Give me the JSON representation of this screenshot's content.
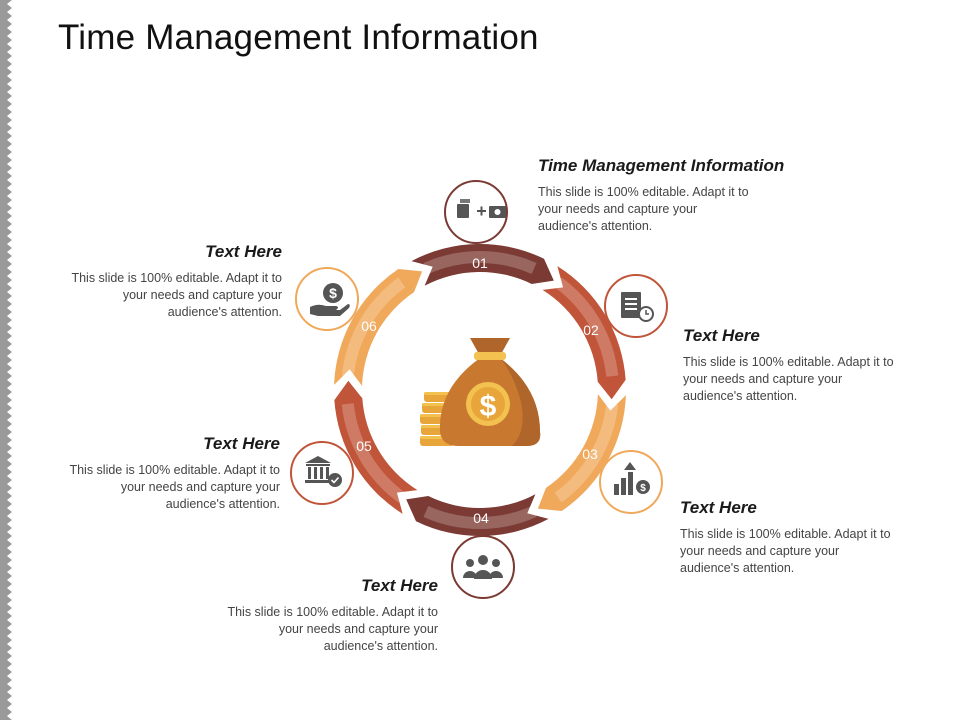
{
  "slide": {
    "title": "Time Management Information"
  },
  "steps": [
    {
      "number": "01",
      "heading": "Time Management Information",
      "body": "This slide is 100% editable. Adapt it to your needs and capture your audience's attention.",
      "icon": "money-plus-icon",
      "color": "#7b3a33"
    },
    {
      "number": "02",
      "heading": "Text Here",
      "body": "This slide is 100% editable. Adapt it to your needs and capture your audience's attention.",
      "icon": "document-clock-icon",
      "color": "#c0553a"
    },
    {
      "number": "03",
      "heading": "Text Here",
      "body": "This slide is 100% editable. Adapt it to your needs and capture your audience's attention.",
      "icon": "growth-chart-dollar-icon",
      "color": "#f0a85a"
    },
    {
      "number": "04",
      "heading": "Text Here",
      "body": "This slide is 100% editable. Adapt it to your needs and capture your audience's attention.",
      "icon": "team-icon",
      "color": "#7b3a33"
    },
    {
      "number": "05",
      "heading": "Text Here",
      "body": "This slide is 100% editable. Adapt it to your needs and capture your audience's attention.",
      "icon": "bank-check-icon",
      "color": "#c0553a"
    },
    {
      "number": "06",
      "heading": "Text Here",
      "body": "This slide is 100% editable. Adapt it to your needs and capture your audience's attention.",
      "icon": "dollar-hand-icon",
      "color": "#f0a85a"
    }
  ],
  "center": {
    "icon": "money-bag-icon",
    "symbol": "$"
  }
}
